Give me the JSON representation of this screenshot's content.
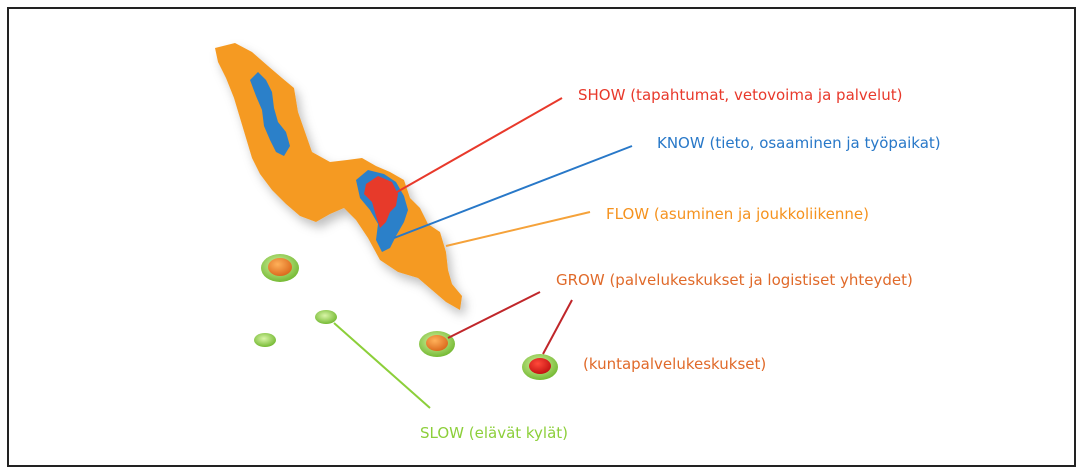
{
  "colors": {
    "show": "#e8392b",
    "know": "#2878c8",
    "flow": "#f5921e",
    "grow": "#e06a2a",
    "muni": "#c0341c",
    "slow": "#8ccf3a"
  },
  "labels": {
    "show": "SHOW (tapahtumat, vetovoima ja palvelut)",
    "know": "KNOW (tieto, osaaminen ja työpaikat)",
    "flow": "FLOW (asuminen ja joukkoliikenne)",
    "grow": "GROW (palvelukeskukset ja logistiset yhteydet)",
    "muni": "(kuntapalvelukeskukset)",
    "slow": "SLOW (elävät kylät)"
  }
}
